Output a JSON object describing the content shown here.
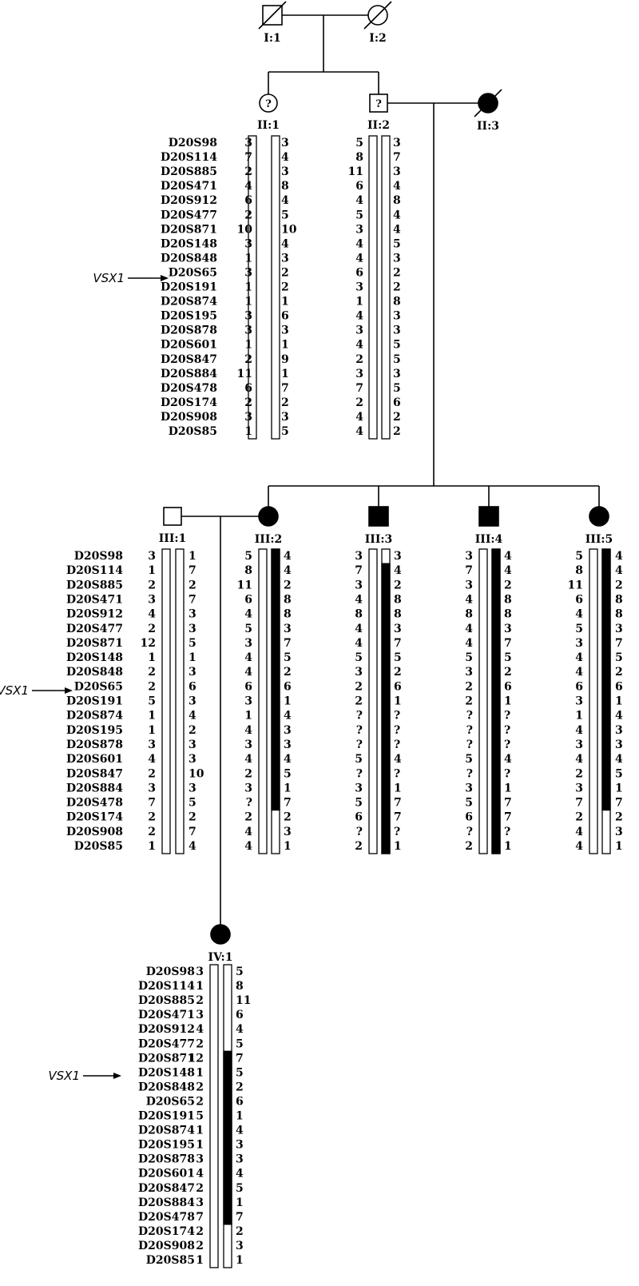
{
  "gene_label": "VSX1",
  "markers_top": [
    "D20S98",
    "D20S114",
    "D20S885",
    "D20S471",
    "D20S912",
    "D20S477",
    "D20S871",
    "D20S148",
    "D20S848",
    "D20S65",
    "D20S191",
    "D20S874",
    "D20S195",
    "D20S878",
    "D20S601",
    "D20S847",
    "D20S884",
    "D20S478",
    "D20S174",
    "D20S908",
    "D20S85"
  ],
  "individuals": [
    {
      "id": "I:1",
      "sex": "male",
      "affected": false,
      "deceased": true,
      "unknown": false
    },
    {
      "id": "I:2",
      "sex": "female",
      "affected": false,
      "deceased": true,
      "unknown": false
    },
    {
      "id": "II:1",
      "sex": "female",
      "affected": false,
      "deceased": false,
      "unknown": true,
      "symbol_text": "?"
    },
    {
      "id": "II:2",
      "sex": "male",
      "affected": false,
      "deceased": false,
      "unknown": true,
      "symbol_text": "?"
    },
    {
      "id": "II:3",
      "sex": "female",
      "affected": true,
      "deceased": true,
      "unknown": false
    },
    {
      "id": "III:1",
      "sex": "male",
      "affected": false,
      "deceased": false,
      "unknown": false
    },
    {
      "id": "III:2",
      "sex": "female",
      "affected": true,
      "deceased": false,
      "unknown": false
    },
    {
      "id": "III:3",
      "sex": "male",
      "affected": true,
      "deceased": false,
      "unknown": false
    },
    {
      "id": "III:4",
      "sex": "male",
      "affected": true,
      "deceased": false,
      "unknown": false
    },
    {
      "id": "III:5",
      "sex": "female",
      "affected": true,
      "deceased": false,
      "unknown": false
    },
    {
      "id": "IV:1",
      "sex": "female",
      "affected": true,
      "deceased": false,
      "unknown": false
    }
  ],
  "haplotypes": {
    "II:1": {
      "left": [
        "3",
        "7",
        "2",
        "4",
        "6",
        "2",
        "10",
        "3",
        "1",
        "3",
        "1",
        "1",
        "3",
        "3",
        "1",
        "2",
        "11",
        "6",
        "2",
        "3",
        "1"
      ],
      "right": [
        "3",
        "4",
        "3",
        "8",
        "4",
        "5",
        "10",
        "4",
        "3",
        "2",
        "2",
        "1",
        "6",
        "3",
        "1",
        "9",
        "1",
        "7",
        "2",
        "3",
        "5"
      ]
    },
    "II:2": {
      "left": [
        "5",
        "8",
        "11",
        "6",
        "4",
        "5",
        "3",
        "4",
        "4",
        "6",
        "3",
        "1",
        "4",
        "3",
        "4",
        "2",
        "3",
        "7",
        "2",
        "4",
        "4"
      ],
      "right": [
        "3",
        "7",
        "3",
        "4",
        "8",
        "4",
        "4",
        "5",
        "3",
        "2",
        "2",
        "8",
        "3",
        "3",
        "5",
        "5",
        "3",
        "5",
        "6",
        "2",
        "2"
      ]
    },
    "III:1": {
      "left": [
        "3",
        "1",
        "2",
        "3",
        "4",
        "2",
        "12",
        "1",
        "2",
        "2",
        "5",
        "1",
        "1",
        "3",
        "4",
        "2",
        "3",
        "7",
        "2",
        "2",
        "1"
      ],
      "right": [
        "1",
        "7",
        "2",
        "7",
        "3",
        "3",
        "5",
        "1",
        "3",
        "6",
        "3",
        "4",
        "2",
        "3",
        "3",
        "10",
        "3",
        "5",
        "2",
        "7",
        "4"
      ]
    },
    "III:2": {
      "left": [
        "5",
        "8",
        "11",
        "6",
        "4",
        "5",
        "3",
        "4",
        "4",
        "6",
        "3",
        "1",
        "4",
        "3",
        "4",
        "2",
        "3",
        "?",
        "2",
        "4",
        "4"
      ],
      "right": [
        "4",
        "4",
        "2",
        "8",
        "8",
        "3",
        "7",
        "5",
        "2",
        "6",
        "1",
        "4",
        "3",
        "3",
        "4",
        "5",
        "1",
        "7",
        "2",
        "3",
        "1"
      ]
    },
    "III:3": {
      "left": [
        "3",
        "7",
        "3",
        "4",
        "8",
        "4",
        "4",
        "5",
        "3",
        "2",
        "2",
        "?",
        "?",
        "?",
        "5",
        "?",
        "3",
        "5",
        "6",
        "?",
        "2"
      ],
      "right": [
        "3",
        "4",
        "2",
        "8",
        "8",
        "3",
        "7",
        "5",
        "2",
        "6",
        "1",
        "?",
        "?",
        "?",
        "4",
        "?",
        "1",
        "7",
        "7",
        "?",
        "1"
      ]
    },
    "III:4": {
      "left": [
        "3",
        "7",
        "3",
        "4",
        "8",
        "4",
        "4",
        "5",
        "3",
        "2",
        "2",
        "?",
        "?",
        "?",
        "5",
        "?",
        "3",
        "5",
        "6",
        "?",
        "2"
      ],
      "right": [
        "4",
        "4",
        "2",
        "8",
        "8",
        "3",
        "7",
        "5",
        "2",
        "6",
        "1",
        "?",
        "?",
        "?",
        "4",
        "?",
        "1",
        "7",
        "7",
        "?",
        "1"
      ]
    },
    "III:5": {
      "left": [
        "5",
        "8",
        "11",
        "6",
        "4",
        "5",
        "3",
        "4",
        "4",
        "6",
        "3",
        "1",
        "4",
        "3",
        "4",
        "2",
        "3",
        "7",
        "2",
        "4",
        "4"
      ],
      "right": [
        "4",
        "4",
        "2",
        "8",
        "8",
        "3",
        "7",
        "5",
        "2",
        "6",
        "1",
        "4",
        "3",
        "3",
        "4",
        "5",
        "1",
        "7",
        "2",
        "3",
        "1"
      ]
    },
    "IV:1": {
      "left": [
        "3",
        "1",
        "2",
        "3",
        "4",
        "2",
        "12",
        "1",
        "2",
        "2",
        "5",
        "1",
        "1",
        "3",
        "4",
        "2",
        "3",
        "7",
        "2",
        "2",
        "1"
      ],
      "right": [
        "5",
        "8",
        "11",
        "6",
        "4",
        "5",
        "7",
        "5",
        "2",
        "6",
        "1",
        "4",
        "3",
        "3",
        "4",
        "5",
        "1",
        "7",
        "2",
        "3",
        "1"
      ]
    }
  },
  "shaded_segments": {
    "III:2": {
      "right": [
        0,
        17
      ]
    },
    "III:3": {
      "right": [
        1,
        20
      ]
    },
    "III:4": {
      "right": [
        0,
        20
      ]
    },
    "III:5": {
      "right": [
        0,
        17
      ]
    },
    "IV:1": {
      "right": [
        6,
        17
      ]
    }
  }
}
